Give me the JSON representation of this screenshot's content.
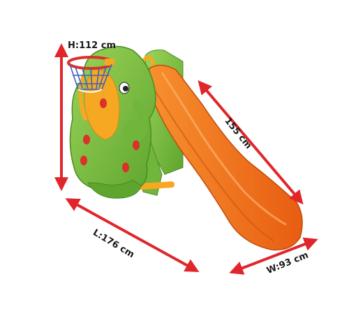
{
  "dimensions": {
    "height": "H:112 cm",
    "length": "L:176 cm",
    "slide_length": "155 cm",
    "width": "W:93 cm"
  },
  "colors": {
    "body_green": "#7cc242",
    "slide_orange": "#f26c1a",
    "accent_yellow": "#f7a823",
    "arrow_red": "#e0262b",
    "hoop_red": "#d9322b",
    "net_blue": "#3a63b8"
  }
}
